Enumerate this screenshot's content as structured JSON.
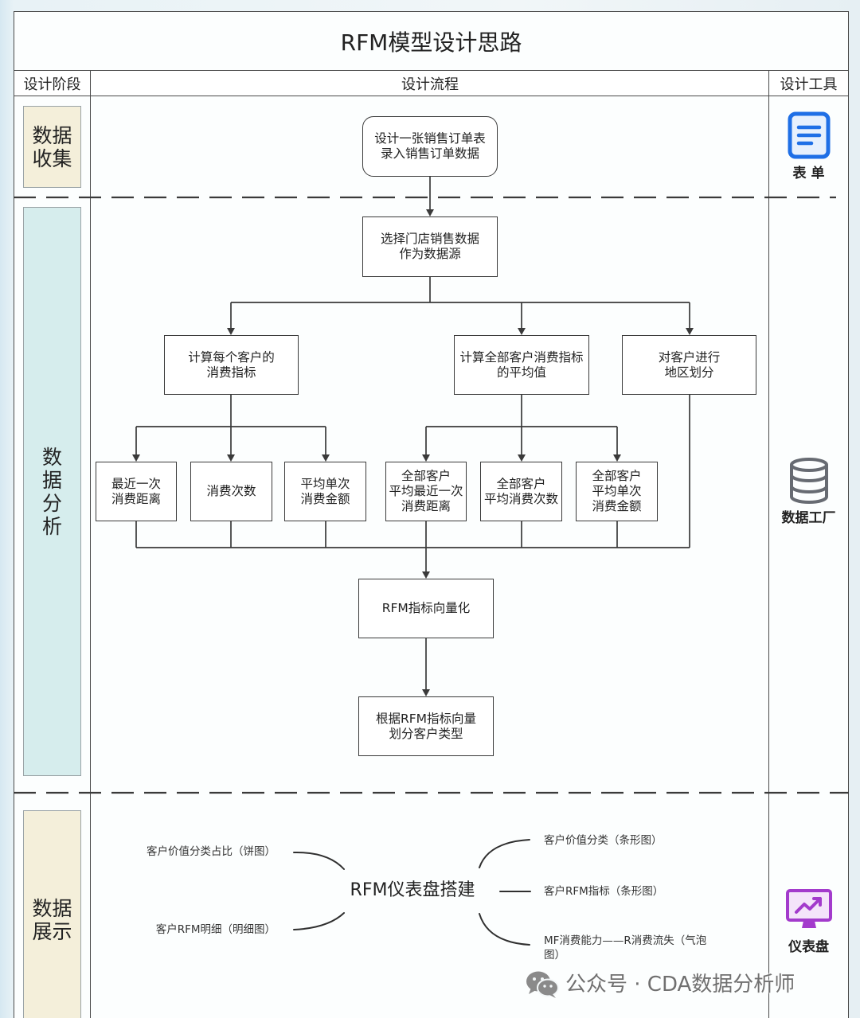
{
  "title": "RFM模型设计思路",
  "headers": {
    "stage": "设计阶段",
    "flow": "设计流程",
    "tool": "设计工具"
  },
  "stages": [
    {
      "label": "数据收集",
      "color": "#f4efda"
    },
    {
      "label": "数据分析",
      "color": "#d6eded"
    },
    {
      "label": "数据展示",
      "color": "#f4efda"
    }
  ],
  "tools": [
    {
      "label": "表 单",
      "icon": "form-icon",
      "color": "#1f6fe6"
    },
    {
      "label": "数据工厂",
      "icon": "database-icon",
      "color": "#676b72"
    },
    {
      "label": "仪表盘",
      "icon": "dashboard-monitor-icon",
      "color": "#a33bcc"
    }
  ],
  "flow": {
    "order_table": "设计一张销售订单表\n录入销售订单数据",
    "data_source": "选择门店销售数据\n作为数据源",
    "customer_metrics": "计算每个客户的\n消费指标",
    "average_metrics": "计算全部客户消费指标\n的平均值",
    "region_split": "对客户进行\n地区划分",
    "recency": "最近一次\n消费距离",
    "frequency": "消费次数",
    "monetary": "平均单次\n消费金额",
    "avg_recency": "全部客户\n平均最近一次\n消费距离",
    "avg_frequency": "全部客户\n平均消费次数",
    "avg_monetary": "全部客户\n平均单次\n消费金额",
    "vectorize": "RFM指标向量化",
    "classify": "根据RFM指标向量\n划分客户类型"
  },
  "dashboard": {
    "center": "RFM仪表盘搭建",
    "left": [
      "客户价值分类占比（饼图）",
      "客户RFM明细（明细图）"
    ],
    "right": [
      "客户价值分类（条形图）",
      "客户RFM指标（条形图）",
      "MF消费能力——R消费流失（气泡\n图）"
    ]
  },
  "watermark": {
    "icon": "wechat-icon",
    "text": "公众号 · CDA数据分析师",
    "color": "#707070"
  }
}
